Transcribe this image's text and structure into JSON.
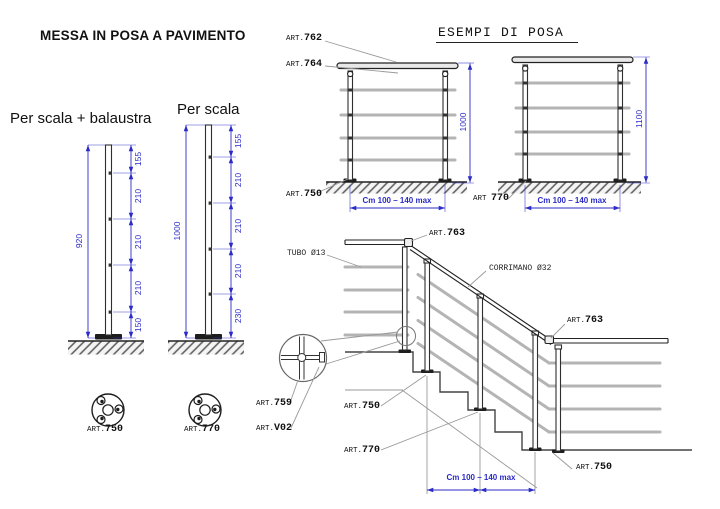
{
  "title": "MESSA IN POSA A PAVIMENTO",
  "left_posts": {
    "balaustra": {
      "label": "Per scala + balaustra",
      "overall": "920",
      "seg1": "155",
      "seg2": "210",
      "seg3": "210",
      "seg4": "210",
      "seg5": "150"
    },
    "scala": {
      "label": "Per scala",
      "overall": "1000",
      "seg1": "155",
      "seg2": "210",
      "seg3": "210",
      "seg4": "210",
      "seg5": "230"
    }
  },
  "bases": {
    "b750": {
      "pre": "ART.",
      "num": "750"
    },
    "b770": {
      "pre": "ART.",
      "num": "770"
    }
  },
  "examples": {
    "heading": "ESEMPI DI POSA",
    "ex1": {
      "height": "1000",
      "width_dim": "Cm 100 – 140 max",
      "art_handrail": {
        "pre": "ART.",
        "num": "762"
      },
      "art_connector": {
        "pre": "ART.",
        "num": "764"
      },
      "art_base": {
        "pre": "ART.",
        "num": "750"
      }
    },
    "ex2": {
      "height": "1100",
      "width_dim": "Cm 100 – 140 max",
      "art_base": {
        "pre": "ART ",
        "num": "770"
      }
    }
  },
  "stairs": {
    "tube_note": "TUBO Ø13",
    "handrail_note": "CORRIMANO Ø32",
    "width_dim": "Cm 100 – 140 max",
    "art_corner_top": {
      "pre": "ART.",
      "num": "763"
    },
    "art_corner_bottom": {
      "pre": "ART.",
      "num": "763"
    },
    "art_fitting": {
      "pre": "ART.",
      "num": "759"
    },
    "art_screw": {
      "pre": "ART.",
      "num": "V02"
    },
    "art_base_750": {
      "pre": "ART.",
      "num": "750"
    },
    "art_base_770": {
      "pre": "ART.",
      "num": "770"
    },
    "art_base_750b": {
      "pre": "ART.",
      "num": "750"
    }
  }
}
